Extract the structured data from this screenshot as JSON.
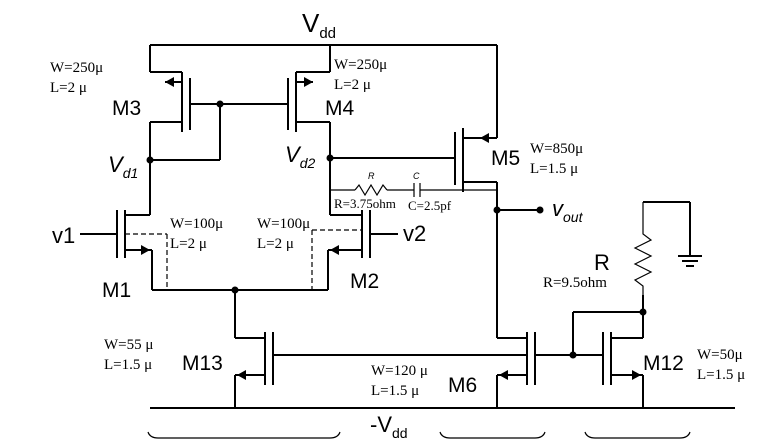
{
  "rails": {
    "vdd": "V",
    "vdd_sub": "dd",
    "vss": "-V",
    "vss_sub": "dd"
  },
  "nodes": {
    "vd1": "V",
    "vd1_sub": "d1",
    "vd2": "V",
    "vd2_sub": "d2",
    "vout": "v",
    "vout_sub": "out"
  },
  "inputs": {
    "v1": "v1",
    "v2": "v2"
  },
  "transistors": {
    "M3": {
      "name": "M3",
      "w": "W=250μ",
      "l": "L=2 μ"
    },
    "M4": {
      "name": "M4",
      "w": "W=250μ",
      "l": "L=2 μ"
    },
    "M5": {
      "name": "M5",
      "w": "W=850μ",
      "l": "L=1.5 μ"
    },
    "M1": {
      "name": "M1",
      "w": "W=100μ",
      "l": "L=2 μ"
    },
    "M2": {
      "name": "M2",
      "w": "W=100μ",
      "l": "L=2 μ"
    },
    "M13": {
      "name": "M13",
      "w": "W=55 μ",
      "l": "L=1.5 μ"
    },
    "M6": {
      "name": "M6",
      "w": "W=120 μ",
      "l": "L=1.5 μ"
    },
    "M12": {
      "name": "M12",
      "w": "W=50μ",
      "l": "L=1.5 μ"
    }
  },
  "compensation": {
    "r_symbol": "R",
    "c_symbol": "C",
    "r_value": "R=3.75ohm",
    "c_value": "C=2.5pf"
  },
  "bias_resistor": {
    "symbol": "R",
    "value": "R=9.5ohm"
  }
}
